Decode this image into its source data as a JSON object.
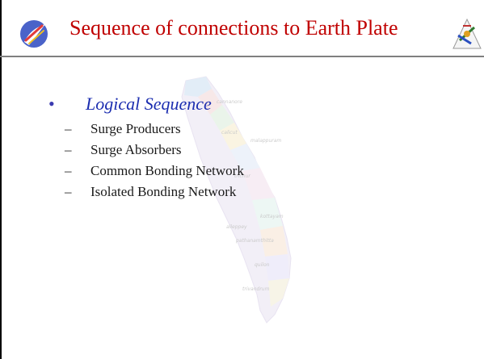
{
  "slide": {
    "title": "Sequence of connections to Earth Plate",
    "bullet": {
      "symbol": "•",
      "text": "Logical Sequence"
    },
    "sub_items": [
      {
        "dash": "–",
        "label": "Surge Producers"
      },
      {
        "dash": "–",
        "label": "Surge Absorbers"
      },
      {
        "dash": "–",
        "label": "Common Bonding Network"
      },
      {
        "dash": "–",
        "label": "Isolated Bonding Network"
      }
    ],
    "map_labels": [
      "cannanore",
      "calicut",
      "malappuram",
      "trichur",
      "kottayam",
      "alleppey",
      "pathanamthitta",
      "quilon",
      "trivandrum"
    ]
  },
  "colors": {
    "title": "#c00000",
    "bullet": "#1c2eb0",
    "text": "#1a1a1a",
    "rule": "#7f7f7f"
  },
  "icons": {
    "left_logo": "bsnl-logo-icon",
    "right_logo": "training-center-logo-icon",
    "background": "kerala-map-watermark"
  }
}
